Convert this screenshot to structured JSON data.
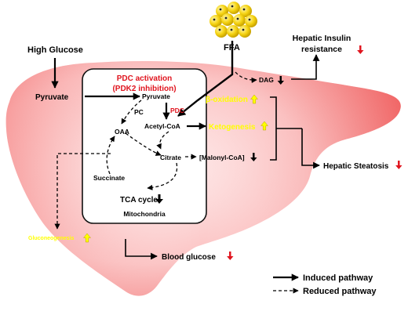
{
  "inputs": {
    "high_glucose": "High Glucose",
    "ffa": "FFA"
  },
  "mitochondria": {
    "title_line1": "PDC activation",
    "title_line2": "(PDK2 inhibition)",
    "pyruvate_inside": "Pyruvate",
    "pdc": "PDC",
    "pc": "PC",
    "acetyl_coa": "Acetyl-CoA",
    "oaa": "OAA",
    "citrate": "Citrate",
    "succinate": "Succinate",
    "tca_cycle": "TCA cycle",
    "label": "Mitochondria"
  },
  "nodes": {
    "pyruvate_outside": "Pyruvate",
    "dag": "DAG",
    "beta_oxidation": "β-oxidation",
    "ketogenesis": "Ketogenesis",
    "malonyl_coa": "[Malonyl-CoA]",
    "gluconeogenesis": "Gluconeogenesis"
  },
  "outcomes": {
    "insulin_resistance_line1": "Hepatic Insulin",
    "insulin_resistance_line2": "resistance",
    "steatosis": "Hepatic Steatosis",
    "blood_glucose": "Blood glucose"
  },
  "legend": {
    "induced": "Induced pathway",
    "reduced": "Reduced pathway"
  },
  "colors": {
    "liver_light": "#fde3e3",
    "liver_dark": "#f26d6d",
    "red_text": "#e0141e",
    "yellow_text": "#ffff00",
    "fat_droplet": "#f5d312"
  }
}
